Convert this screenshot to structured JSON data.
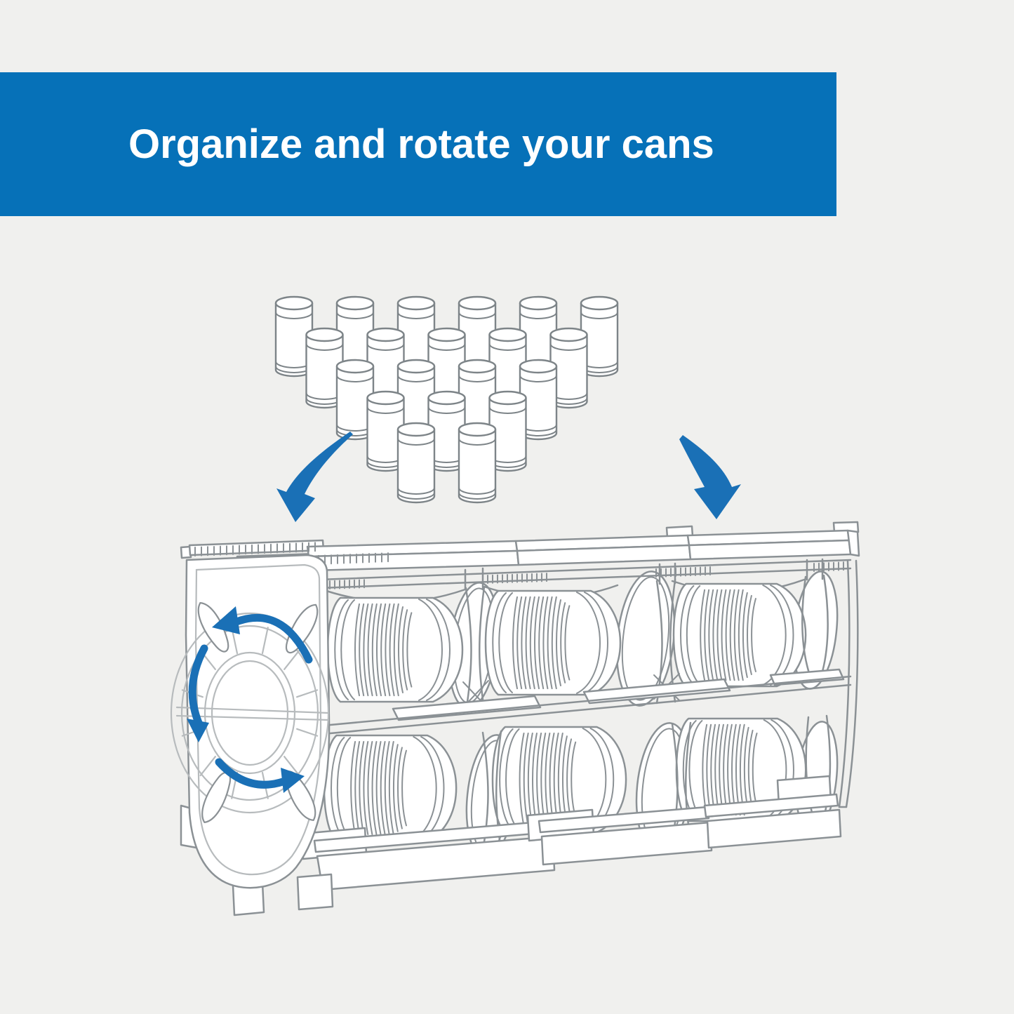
{
  "banner": {
    "title": "Organize and rotate your cans",
    "background_color": "#0671b8",
    "text_color": "#ffffff"
  },
  "illustration": {
    "loose_cans": {
      "rows_pattern": [
        6,
        5,
        4,
        3,
        2
      ],
      "total_cans": 20,
      "style": "outlined empty tin cans, white fill"
    },
    "flow_arrows": {
      "left": "curved-arrow-down",
      "right": "curved-arrow-down",
      "meaning": "cans go into the rack"
    },
    "rack": {
      "name": "can rotation storage rack",
      "lanes": 3,
      "levels": 2,
      "visible_cans": 6,
      "rotation_direction": "counterclockwise",
      "rotation_arrow_count": 3
    },
    "palette": {
      "background": "#f0f0ee",
      "blue": "#1a70b6",
      "line_main": "#8b9195",
      "line_light": "#b7bbbd",
      "can_line": "#7d8488",
      "white": "#ffffff"
    }
  }
}
